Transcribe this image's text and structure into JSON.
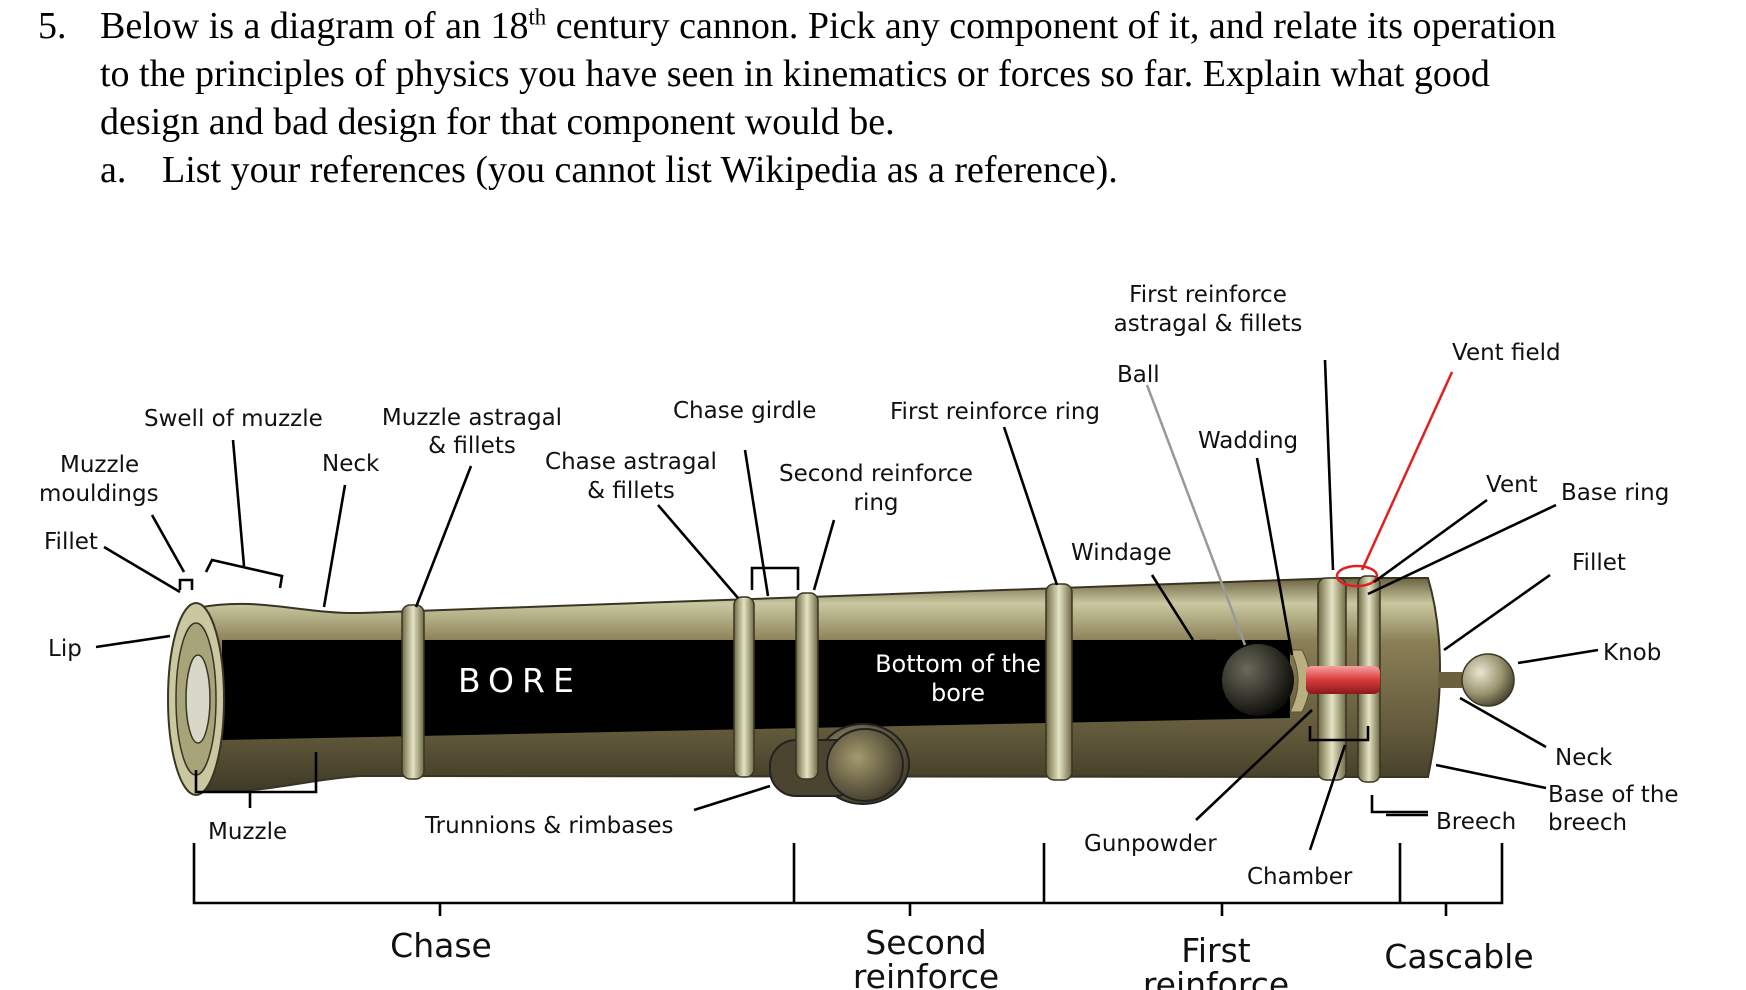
{
  "question": {
    "number": "5.",
    "text_before_sup": "Below is a diagram of an 18",
    "sup": "th",
    "line1_after": " century cannon. Pick any component of it, and relate its operation",
    "line2": "to the principles of physics you have seen in kinematics or forces so far. Explain what good",
    "line3": "design and bad design for that component would be.",
    "sub_letter": "a.",
    "sub_text": "List your references (you cannot list Wikipedia as a reference)."
  },
  "labels": {
    "first_reinforce_astragal_1": "First reinforce",
    "first_reinforce_astragal_2": "astragal & fillets",
    "vent_field": "Vent field",
    "ball": "Ball",
    "swell_of_muzzle": "Swell of muzzle",
    "muzzle_astragal_1": "Muzzle astragal",
    "muzzle_astragal_2": "& fillets",
    "chase_girdle": "Chase girdle",
    "first_reinforce_ring": "First reinforce ring",
    "wadding": "Wadding",
    "muzzle_mouldings_1": "Muzzle",
    "muzzle_mouldings_2": "mouldings",
    "neck_front": "Neck",
    "chase_astragal_1": "Chase astragal",
    "chase_astragal_2": "& fillets",
    "second_reinforce_ring_1": "Second reinforce",
    "second_reinforce_ring_2": "ring",
    "vent": "Vent",
    "base_ring": "Base ring",
    "fillet_front": "Fillet",
    "windage": "Windage",
    "fillet_rear": "Fillet",
    "lip": "Lip",
    "bore": "BORE",
    "bottom_of_bore_1": "Bottom of the",
    "bottom_of_bore_2": "bore",
    "knob": "Knob",
    "neck_rear": "Neck",
    "base_of_breech_1": "Base of the",
    "base_of_breech_2": "breech",
    "muzzle": "Muzzle",
    "trunnions": "Trunnions & rimbases",
    "breech": "Breech",
    "gunpowder": "Gunpowder",
    "chamber": "Chamber",
    "chase": "Chase",
    "second_reinforce_1": "Second",
    "second_reinforce_2": "reinforce",
    "first_reinforce_1": "First",
    "first_reinforce_2": "reinforce",
    "cascable": "Cascable"
  },
  "colors": {
    "barrel_light": "#c9c8a0",
    "barrel_mid": "#8a7f56",
    "barrel_dark": "#4a4430",
    "bore": "#000000",
    "gunpowder": "#d83a3a",
    "vent_highlight": "#e02020",
    "text": "#111111"
  }
}
